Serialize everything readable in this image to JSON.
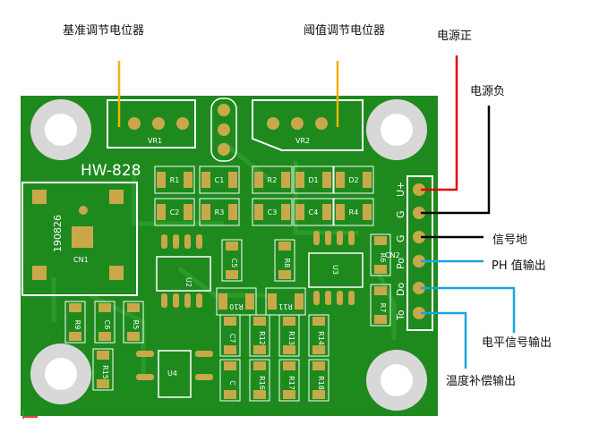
{
  "board": {
    "model": "HW-828",
    "connector_cn1": "CN1",
    "connector_cn2": "CN2",
    "cn1_code": "190826",
    "pin_labels": [
      "U+",
      "G",
      "G",
      "Po",
      "Do",
      "To"
    ],
    "refs": {
      "vr1": "VR1",
      "vr2": "VR2",
      "r1": "R1",
      "c1": "C1",
      "r2": "R2",
      "d1": "D1",
      "d2": "D2",
      "c2": "C2",
      "r3": "R3",
      "c3": "C3",
      "c4": "C4",
      "r4": "R4",
      "c5": "C5",
      "r8": "R8",
      "u2": "U2",
      "u3": "U3",
      "r6": "R6",
      "r7": "R7",
      "r10": "R10",
      "r11": "R11",
      "r9": "R9",
      "c6": "C6",
      "r5": "R5",
      "r15": "R15",
      "u4": "U4",
      "c7": "C7",
      "r12": "R12",
      "r13": "R13",
      "r14": "R14",
      "c": "C",
      "r16": "R16",
      "r17": "R17",
      "r18": "R18"
    }
  },
  "annotations": {
    "vr1_label": "基准调节电位器",
    "vr2_label": "阈值调节电位器",
    "power_pos": "电源正",
    "power_neg": "电源负",
    "signal_gnd": "信号地",
    "ph_out": "PH 值输出",
    "level_out": "电平信号输出",
    "temp_out": "温度补偿输出"
  },
  "colors": {
    "pcb": "#1e8a1e",
    "pcb_trace": "#2a9a2a",
    "silkscreen": "#ffffff",
    "pad": "#c9a84a",
    "leader_yellow": "#f2b300",
    "leader_red": "#e00000",
    "leader_black": "#000000",
    "leader_blue": "#1aa3e0"
  }
}
